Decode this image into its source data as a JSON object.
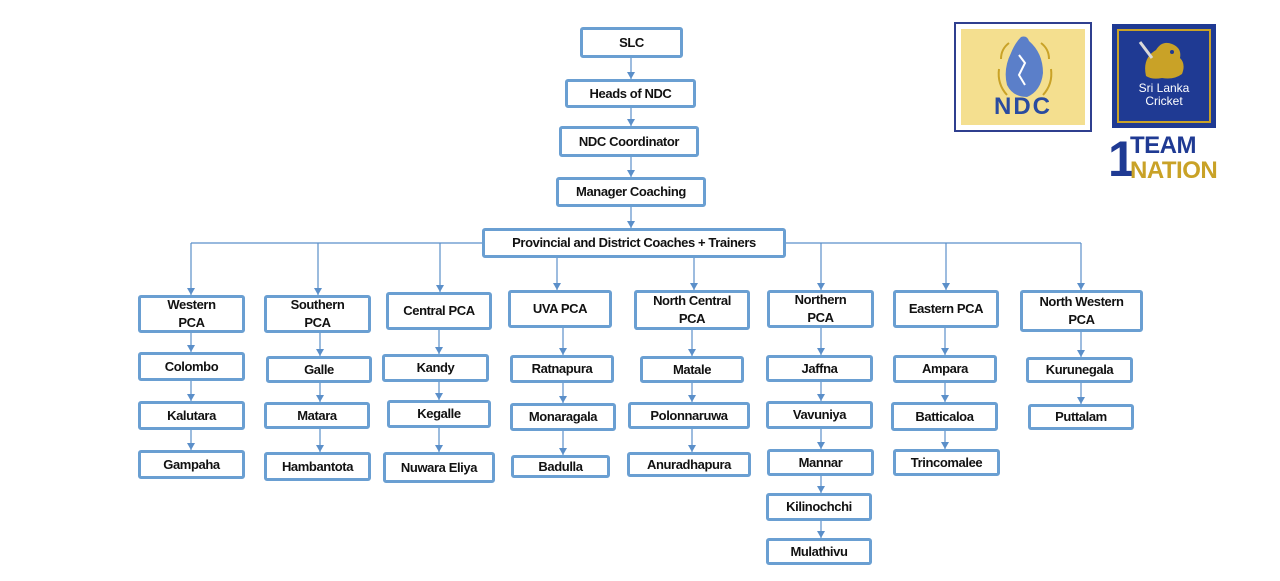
{
  "diagram": {
    "root": "SLC",
    "heads": "Heads of NDC",
    "coordinator": "NDC Coordinator",
    "manager": "Manager Coaching",
    "provincial": "Provincial and District Coaches + Trainers",
    "pcas": [
      {
        "name": "Western PCA",
        "districts": [
          "Colombo",
          "Kalutara",
          "Gampaha"
        ]
      },
      {
        "name": "Southern PCA",
        "districts": [
          "Galle",
          "Matara",
          "Hambantota"
        ]
      },
      {
        "name": "Central PCA",
        "districts": [
          "Kandy",
          "Kegalle",
          "Nuwara Eliya"
        ]
      },
      {
        "name": "UVA PCA",
        "districts": [
          "Ratnapura",
          "Monaragala",
          "Badulla"
        ]
      },
      {
        "name": "North Central PCA",
        "districts": [
          "Matale",
          "Polonnaruwa",
          "Anuradhapura"
        ]
      },
      {
        "name": "Northern PCA",
        "districts": [
          "Jaffna",
          "Vavuniya",
          "Mannar",
          "Kilinochchi",
          "Mulathivu"
        ]
      },
      {
        "name": "Eastern PCA",
        "districts": [
          "Ampara",
          "Batticaloa",
          "Trincomalee"
        ]
      },
      {
        "name": "North Western PCA",
        "districts": [
          "Kurunegala",
          "Puttalam"
        ]
      }
    ]
  },
  "logos": {
    "ndc_text": "NDC",
    "slc_text_line1": "Sri Lanka",
    "slc_text_line2": "Cricket",
    "one": "1",
    "team": "TEAM",
    "nation": "NATION"
  },
  "colors": {
    "node_border": "#6a9fd2",
    "connector": "#5b8fc9",
    "ndc_background": "#f4df8f",
    "ndc_text": "#2a4ca0",
    "slc_background": "#1f3a93",
    "slc_accent": "#c9a227"
  }
}
